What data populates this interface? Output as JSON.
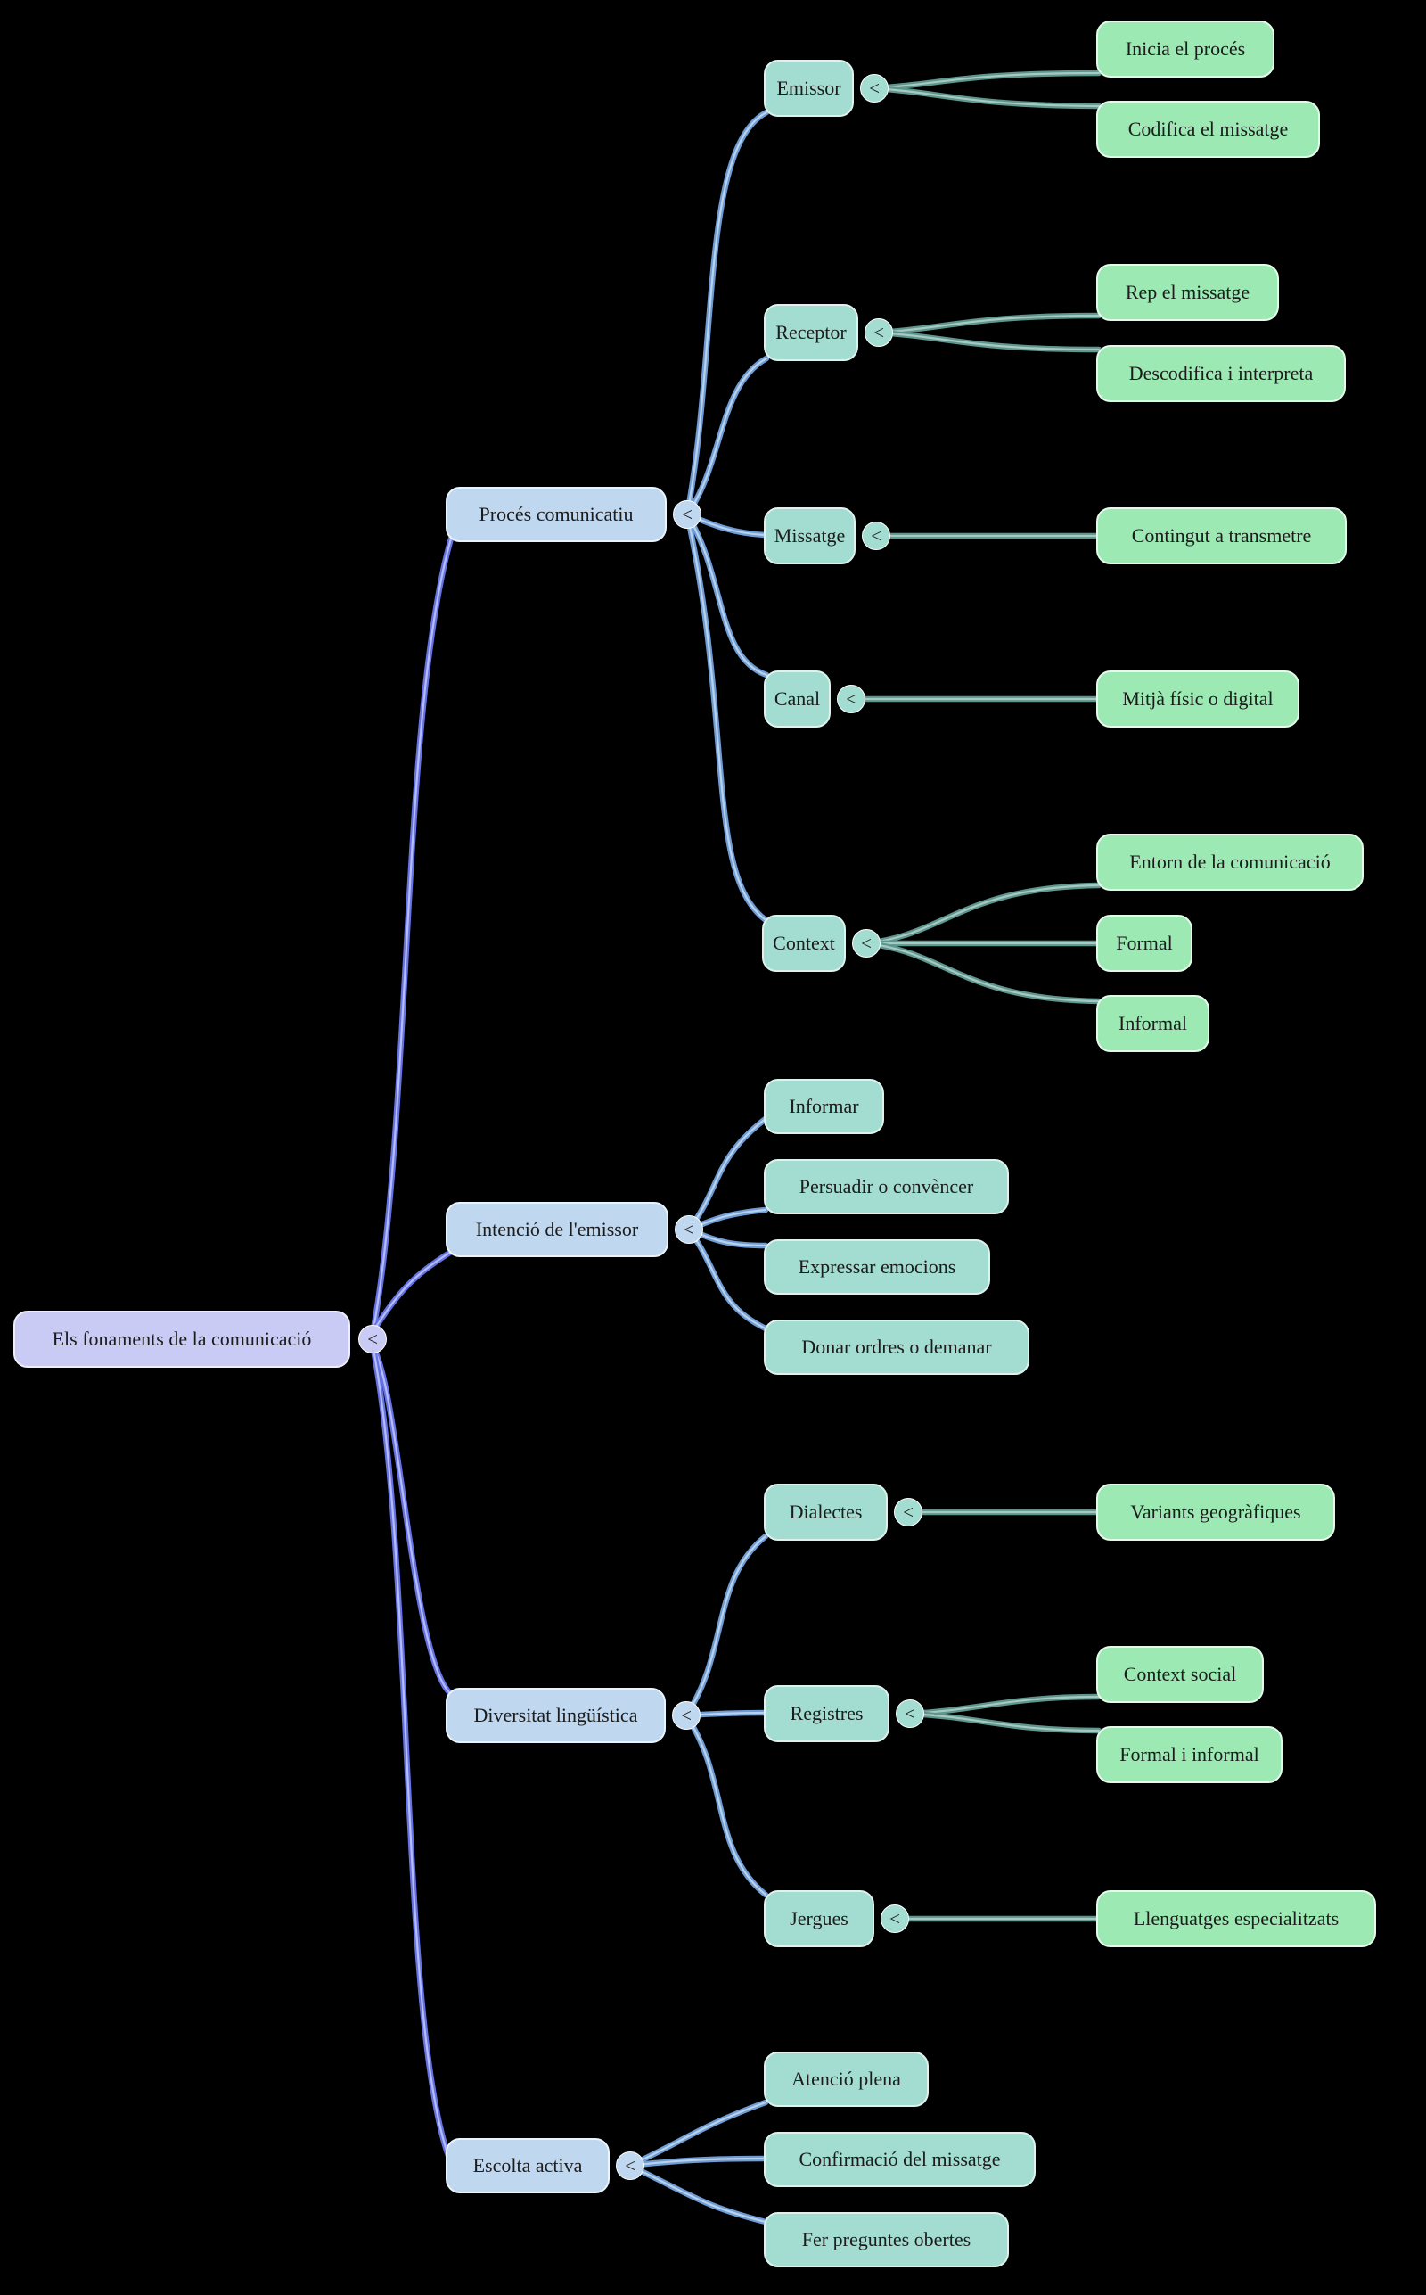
{
  "ui": {
    "collapse_glyph": "<"
  },
  "colors": {
    "background": "#000000",
    "root_fill": "#c9cbf4",
    "root_border": "#ededfb",
    "level1_fill": "#bfd7ef",
    "level1_border": "#eaf2fb",
    "level2_fill": "#a3dcd0",
    "level2_border": "#def1ec",
    "level3_fill": "#9ce9b4",
    "level3_border": "#e4f9ea",
    "text": "#1c1c1c",
    "edge0_outer": "#6673e4",
    "edge0_inner": "#b6bcf6",
    "edge1_outer": "#6f9cd4",
    "edge1_inner": "#b8d2ec",
    "edge2_outer": "#5e968e",
    "edge2_inner": "#a6c9c2"
  },
  "mindmap": {
    "root": {
      "label": "Els fonaments de la comunicació",
      "children": [
        {
          "label": "Procés comunicatiu",
          "children": [
            {
              "label": "Emissor",
              "children": [
                {
                  "label": "Inicia el procés"
                },
                {
                  "label": "Codifica el missatge"
                }
              ]
            },
            {
              "label": "Receptor",
              "children": [
                {
                  "label": "Rep el missatge"
                },
                {
                  "label": "Descodifica i interpreta"
                }
              ]
            },
            {
              "label": "Missatge",
              "children": [
                {
                  "label": "Contingut a transmetre"
                }
              ]
            },
            {
              "label": "Canal",
              "children": [
                {
                  "label": "Mitjà físic o digital"
                }
              ]
            },
            {
              "label": "Context",
              "children": [
                {
                  "label": "Entorn de la comunicació"
                },
                {
                  "label": "Formal"
                },
                {
                  "label": "Informal"
                }
              ]
            }
          ]
        },
        {
          "label": "Intenció de l'emissor",
          "children": [
            {
              "label": "Informar"
            },
            {
              "label": "Persuadir o convèncer"
            },
            {
              "label": "Expressar emocions"
            },
            {
              "label": "Donar ordres o demanar"
            }
          ]
        },
        {
          "label": "Diversitat lingüística",
          "children": [
            {
              "label": "Dialectes",
              "children": [
                {
                  "label": "Variants geogràfiques"
                }
              ]
            },
            {
              "label": "Registres",
              "children": [
                {
                  "label": "Context social"
                },
                {
                  "label": "Formal i informal"
                }
              ]
            },
            {
              "label": "Jergues",
              "children": [
                {
                  "label": "Llenguatges especialitzats"
                }
              ]
            }
          ]
        },
        {
          "label": "Escolta activa",
          "children": [
            {
              "label": "Atenció plena"
            },
            {
              "label": "Confirmació del missatge"
            },
            {
              "label": "Fer preguntes obertes"
            }
          ]
        }
      ]
    }
  }
}
